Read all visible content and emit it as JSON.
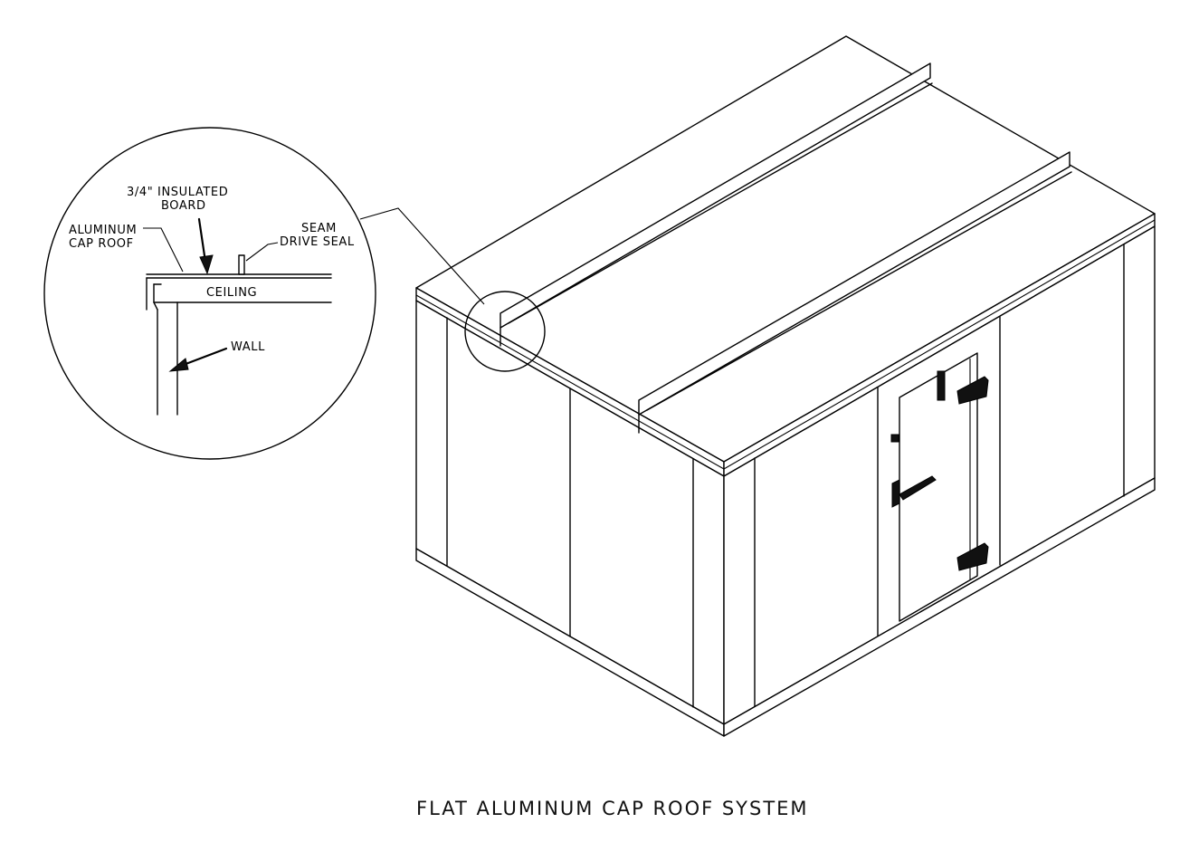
{
  "figure": {
    "title": "FLAT ALUMINUM CAP ROOF SYSTEM"
  },
  "detail_callout": {
    "labels": {
      "insulated_board_line1": "3/4\" INSULATED",
      "insulated_board_line2": "BOARD",
      "aluminum_cap_line1": "ALUMINUM",
      "aluminum_cap_line2": "CAP ROOF",
      "seam_line1": "SEAM",
      "seam_line2": "DRIVE SEAL",
      "ceiling": "CEILING",
      "wall": "WALL"
    }
  },
  "colors": {
    "line": "#000000",
    "background": "#ffffff"
  }
}
